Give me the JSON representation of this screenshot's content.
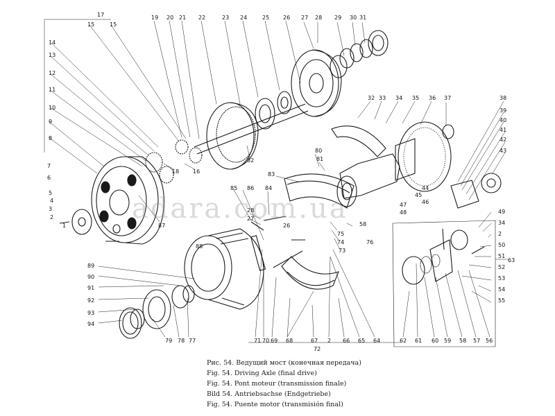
{
  "figure": {
    "captions": [
      "Рис. 54. Ведущий мост (конечная передача)",
      "Fig. 54. Driving Axle (final drive)",
      "Fig. 54. Pont moteur (transmission finale)",
      "Bild 54. Antriebsachse (Endgetriebe)",
      "Fig. 54. Puente motor (transmisión final)"
    ],
    "watermark": "adara.com.ua",
    "callouts": [
      "1",
      "2",
      "3",
      "4",
      "5",
      "6",
      "7",
      "8",
      "9",
      "10",
      "11",
      "12",
      "13",
      "14",
      "15",
      "15",
      "16",
      "17",
      "18",
      "19",
      "20",
      "21",
      "22",
      "23",
      "24",
      "25",
      "26",
      "27",
      "28",
      "29",
      "30",
      "31",
      "32",
      "33",
      "34",
      "35",
      "36",
      "37",
      "38",
      "39",
      "40",
      "41",
      "42",
      "43",
      "44",
      "45",
      "46",
      "47",
      "48",
      "49",
      "34",
      "2",
      "50",
      "51",
      "52",
      "53",
      "54",
      "55",
      "63",
      "56",
      "57",
      "58",
      "59",
      "60",
      "61",
      "62",
      "80",
      "81",
      "83",
      "86",
      "85",
      "84",
      "28",
      "27",
      "26",
      "75",
      "74",
      "73",
      "76",
      "58",
      "82",
      "87",
      "88",
      "89",
      "90",
      "91",
      "92",
      "93",
      "94",
      "79",
      "78",
      "77",
      "71",
      "70",
      "69",
      "68",
      "67",
      "2",
      "66",
      "65",
      "64",
      "72"
    ]
  }
}
